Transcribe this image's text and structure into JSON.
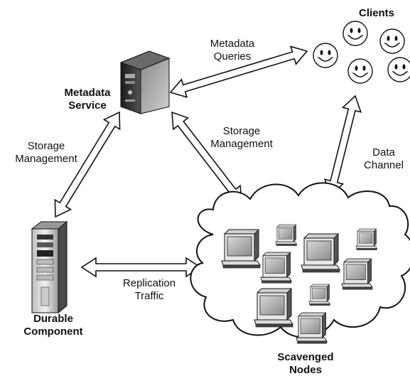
{
  "nodes": {
    "metadata_service": {
      "line1": "Metadata",
      "line2": "Service"
    },
    "clients": {
      "label": "Clients"
    },
    "durable_component": {
      "line1": "Durable",
      "line2": "Component"
    },
    "scavenged_nodes": {
      "line1": "Scavenged",
      "line2": "Nodes"
    }
  },
  "edges": {
    "metadata_queries": {
      "line1": "Metadata",
      "line2": "Queries"
    },
    "storage_management_left": {
      "line1": "Storage",
      "line2": "Management"
    },
    "storage_management_right": {
      "line1": "Storage",
      "line2": "Management"
    },
    "data_channel": {
      "line1": "Data",
      "line2": "Channel"
    },
    "replication_traffic": {
      "line1": "Replication",
      "line2": "Traffic"
    }
  },
  "icons": {
    "server": "server-icon",
    "tower": "storage-tower-icon",
    "client": "smiley-face-icon",
    "workstation": "desktop-computer-icon"
  },
  "colors": {
    "line": "#111111",
    "fill": "#ffffff",
    "cloud_fill": "#ffffff"
  }
}
